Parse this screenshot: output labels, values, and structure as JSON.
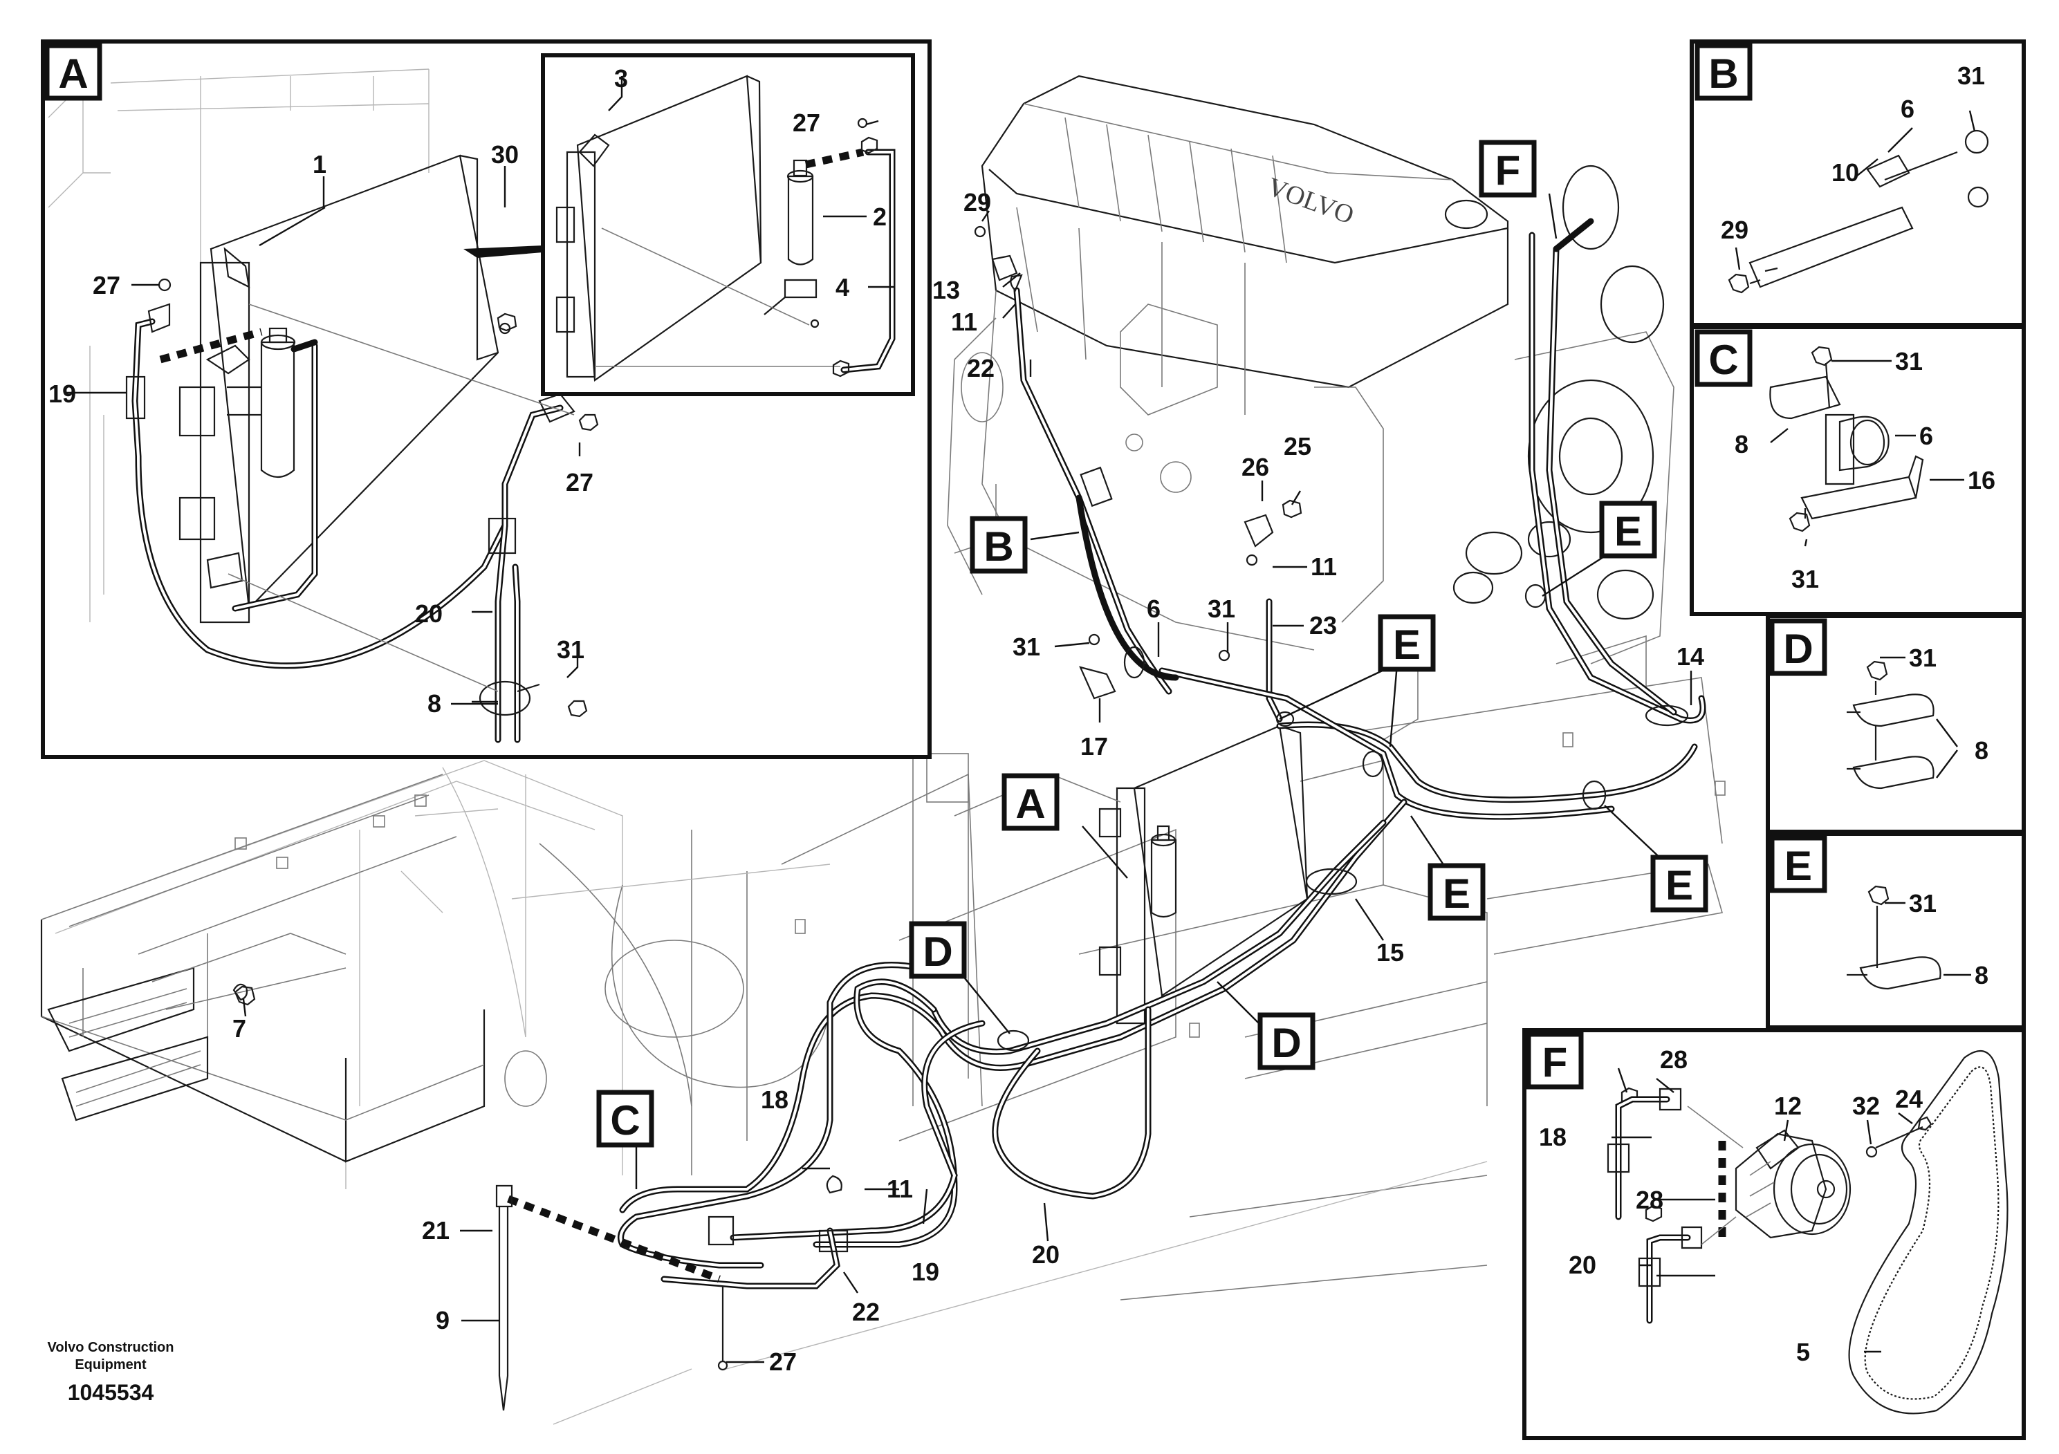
{
  "caption": {
    "brand_line1": "Volvo Construction",
    "brand_line2": "Equipment",
    "drawing_number": "1045534"
  },
  "views": {
    "A": "A",
    "B": "B",
    "C": "C",
    "D": "D",
    "E": "E",
    "F": "F"
  },
  "parts": {
    "p1": "1",
    "p2": "2",
    "p3": "3",
    "p4": "4",
    "p5": "5",
    "p6": "6",
    "p7": "7",
    "p8": "8",
    "p9": "9",
    "p10": "10",
    "p11": "11",
    "p12": "12",
    "p13": "13",
    "p14": "14",
    "p15": "15",
    "p16": "16",
    "p17": "17",
    "p18": "18",
    "p19": "19",
    "p20": "20",
    "p21": "21",
    "p22": "22",
    "p23": "23",
    "p24": "24",
    "p25": "25",
    "p26": "26",
    "p27": "27",
    "p28": "28",
    "p29": "29",
    "p30": "30",
    "p31": "31",
    "p32": "32"
  }
}
